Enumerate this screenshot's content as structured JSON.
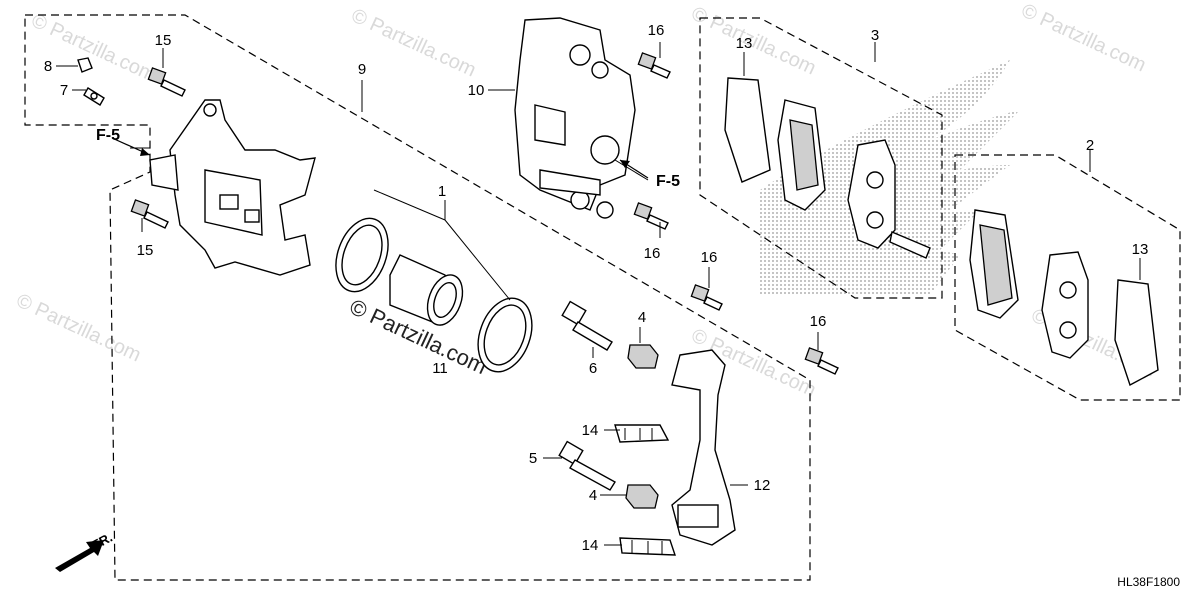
{
  "watermarks": {
    "text": "© Partzilla.com",
    "center_text": "© Partzilla.com"
  },
  "diagram_code": "HL38F1800",
  "direction_label": "FR.",
  "reference_label": "F-5",
  "callouts": {
    "c1": "1",
    "c2": "2",
    "c3": "3",
    "c4a": "4",
    "c4b": "4",
    "c5": "5",
    "c6": "6",
    "c7": "7",
    "c8": "8",
    "c9": "9",
    "c10": "10",
    "c11": "11",
    "c12": "12",
    "c13a": "13",
    "c13b": "13",
    "c14a": "14",
    "c14b": "14",
    "c15a": "15",
    "c15b": "15",
    "c16a": "16",
    "c16b": "16",
    "c16c": "16",
    "c16d": "16"
  },
  "colors": {
    "line": "#000000",
    "watermark": "#d9d9d9",
    "dots": "#9a9a9a"
  }
}
